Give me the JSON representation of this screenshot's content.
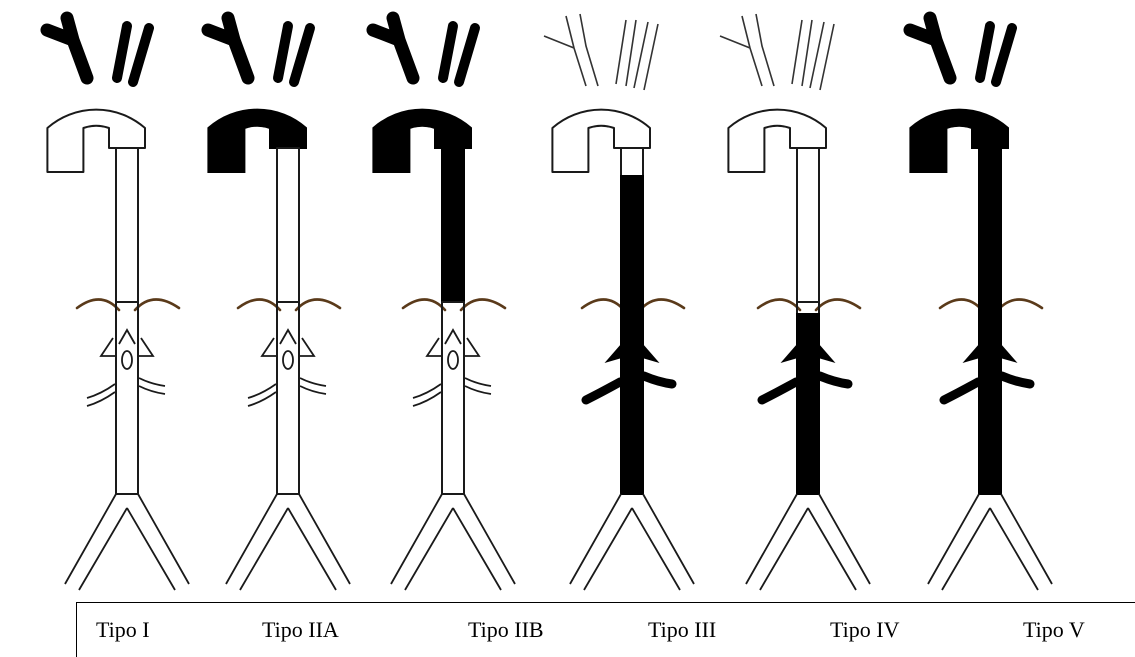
{
  "labels": {
    "tipo_i": "Tipo I",
    "tipo_iia": "Tipo IIA",
    "tipo_iib": "Tipo IIB",
    "tipo_iii": "Tipo III",
    "tipo_iv": "Tipo IV",
    "tipo_v": "Tipo V"
  },
  "colors": {
    "dissection": "#000000",
    "outline": "#1a1a1a",
    "diaphragm": "#5a3a1a",
    "background": "#ffffff"
  },
  "aortas": [
    {
      "label_key": "tipo_i",
      "dissected": [
        "arch_branches"
      ]
    },
    {
      "label_key": "tipo_iia",
      "dissected": [
        "arch_branches",
        "ascending",
        "arch"
      ]
    },
    {
      "label_key": "tipo_iib",
      "dissected": [
        "arch_branches",
        "ascending",
        "arch",
        "descending_thoracic"
      ]
    },
    {
      "label_key": "tipo_iii",
      "dissected": [
        "lower_thoracic",
        "abdominal"
      ]
    },
    {
      "label_key": "tipo_iv",
      "dissected": [
        "abdominal"
      ]
    },
    {
      "label_key": "tipo_v",
      "dissected": [
        "arch_branches",
        "ascending",
        "arch",
        "descending_thoracic",
        "lower_thoracic",
        "abdominal"
      ]
    }
  ]
}
